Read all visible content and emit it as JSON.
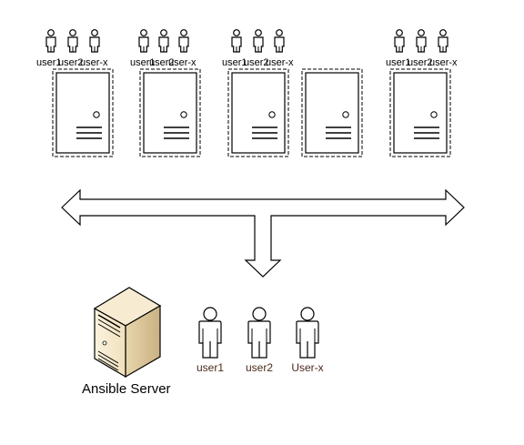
{
  "colors": {
    "user_label": "#4a2a1a",
    "server_body": "#f3e6c8",
    "server_shadow": "#d8c49a",
    "outline": "#000000"
  },
  "machines": [
    {
      "users": [
        "user1",
        "user2",
        "user-x"
      ]
    },
    {
      "users": [
        "user1",
        "user2",
        "user-x"
      ]
    },
    {
      "users": [
        "user1",
        "user2",
        "user-x"
      ]
    },
    {
      "users": []
    },
    {
      "users": [
        "user1",
        "user2",
        "user-x"
      ]
    }
  ],
  "network_arrow": {
    "icon": "double-headed-arrow-with-down-branch"
  },
  "server": {
    "label": "Ansible Server",
    "icon": "server-tower-icon"
  },
  "server_users": [
    {
      "label": "user1"
    },
    {
      "label": "user2"
    },
    {
      "label": "User-x"
    }
  ]
}
